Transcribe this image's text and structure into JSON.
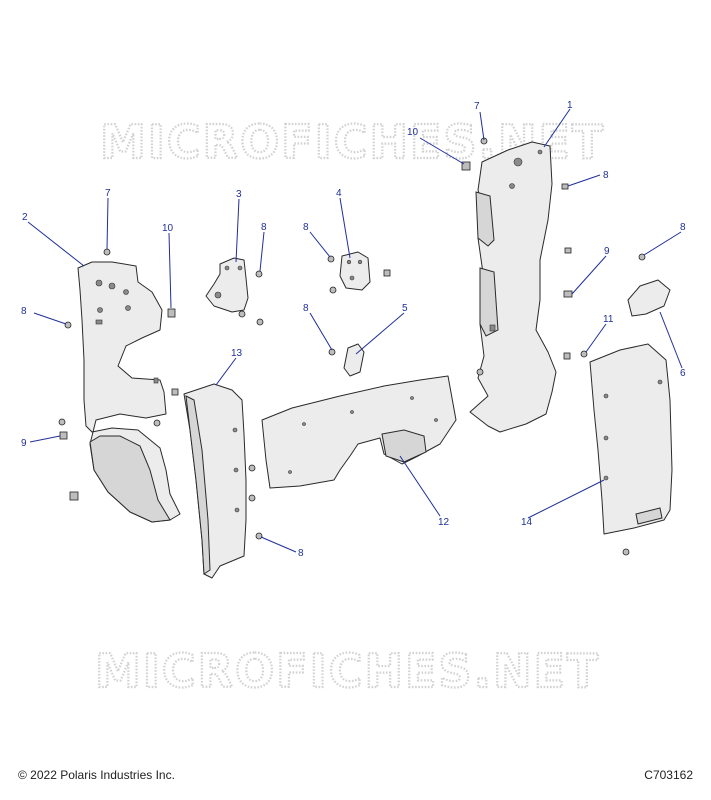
{
  "watermark": "MICROFICHES.NET",
  "footer": {
    "copyright": "© 2022 Polaris Industries Inc.",
    "figure_code": "C703162"
  },
  "callouts": [
    "7",
    "1",
    "10",
    "8",
    "7",
    "3",
    "8",
    "4",
    "2",
    "10",
    "8",
    "8",
    "9",
    "8",
    "8",
    "5",
    "11",
    "13",
    "6",
    "9",
    "12",
    "14",
    "8"
  ]
}
